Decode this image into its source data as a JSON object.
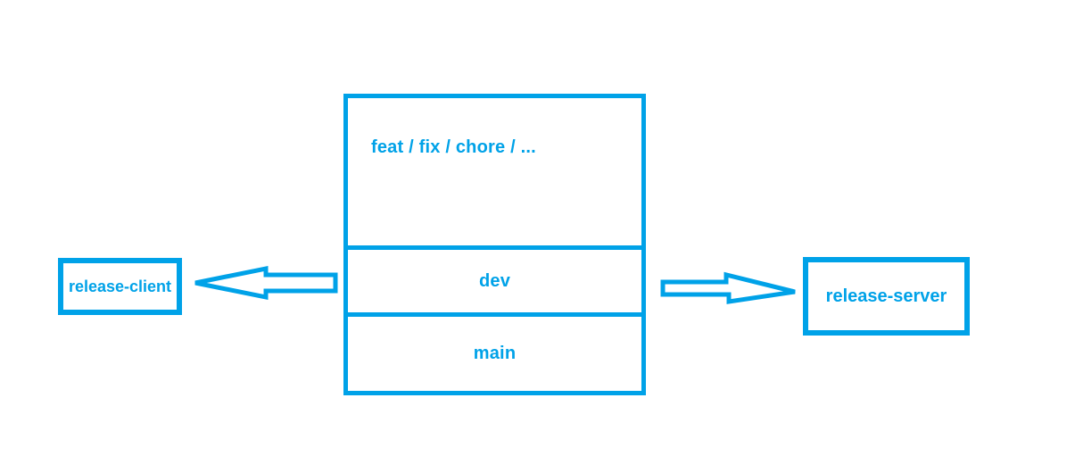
{
  "colors": {
    "accent": "#00a2e8",
    "background": "#ffffff"
  },
  "stack": {
    "sections": [
      {
        "label": "feat / fix / chore / ..."
      },
      {
        "label": "dev"
      },
      {
        "label": "main"
      }
    ]
  },
  "left_box": {
    "label": "release-client"
  },
  "right_box": {
    "label": "release-server"
  },
  "icons": {
    "left_arrow": "block-arrow-left",
    "right_arrow": "block-arrow-right"
  }
}
